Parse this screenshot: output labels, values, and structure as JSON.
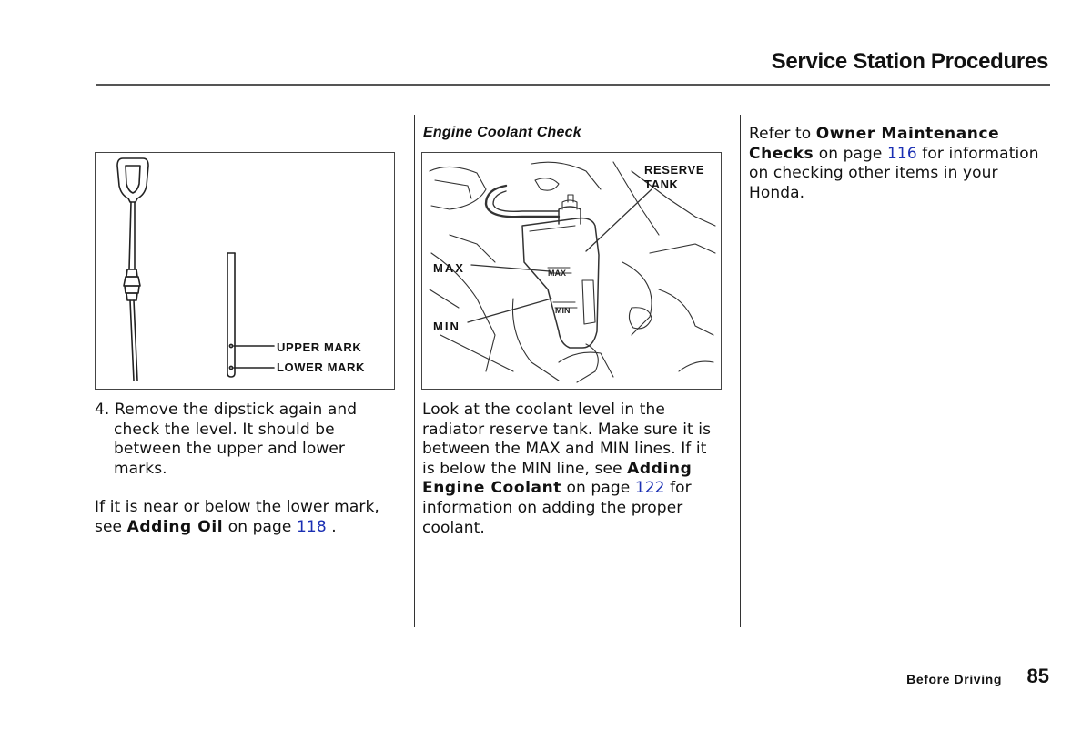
{
  "header": {
    "title": "Service Station Procedures"
  },
  "dipstick_figure": {
    "upper_mark_label": "UPPER MARK",
    "lower_mark_label": "LOWER MARK"
  },
  "column1": {
    "step_number": "4.",
    "step_text": "Remove the dipstick again and check the level. It should be between the upper and lower marks.",
    "para_before": "If it is near or below the lower mark, see",
    "para_link_title": "Adding Oil",
    "para_on_page": "on page",
    "para_page_ref": "118",
    "para_after": "."
  },
  "column2": {
    "heading": "Engine  Coolant  Check",
    "figure": {
      "reserve_label_line1": "RESERVE",
      "reserve_label_line2": "TANK",
      "max_label": "MAX",
      "min_label": "MIN"
    },
    "para_before": "Look at the coolant level in the radiator reserve tank. Make sure it is between the MAX and MIN lines. If it is below the MIN line, see",
    "para_link_title": "Adding Engine Coolant",
    "para_on_page": "on page",
    "para_page_ref": "122",
    "para_after": "for information on adding the proper coolant."
  },
  "column3": {
    "para_before": "Refer to",
    "para_link_title": "Owner Maintenance Checks",
    "para_on_page": "on page",
    "para_page_ref": "116",
    "para_after": "for information on checking other items in your Honda."
  },
  "footer": {
    "section": "Before Driving",
    "page_number": "85"
  },
  "colors": {
    "link": "#1a2fb3",
    "text": "#111111",
    "rule": "#555555"
  }
}
